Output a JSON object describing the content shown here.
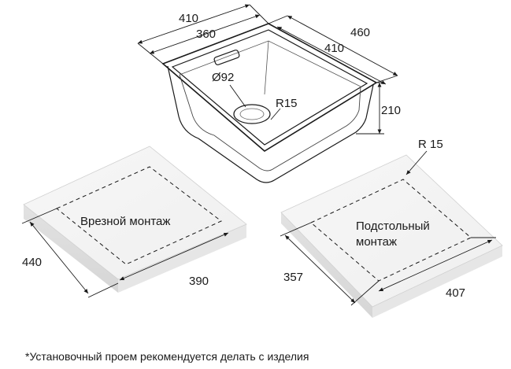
{
  "sink": {
    "dims": {
      "top_outer_width": "410",
      "top_inner_width": "360",
      "side_outer_depth": "460",
      "side_inner_depth": "410",
      "height": "210",
      "drain_diameter": "Ø92",
      "corner_radius": "R15"
    }
  },
  "flush_mount": {
    "label": "Врезной монтаж",
    "depth_dim": "440",
    "width_dim": "390"
  },
  "undermount": {
    "label_line1": "Подстольный",
    "label_line2": "монтаж",
    "radius_dim": "R 15",
    "depth_dim": "357",
    "width_dim": "407"
  },
  "footnote": "*Установочный проем рекомендуется делать с изделия"
}
